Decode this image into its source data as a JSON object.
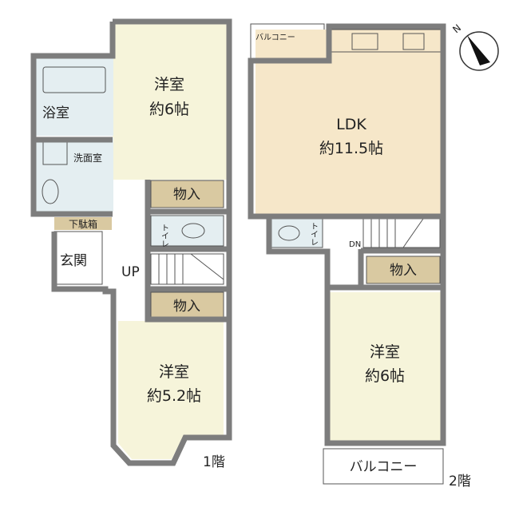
{
  "floor1": {
    "label": "1階",
    "western_room_a": {
      "name": "洋室",
      "size": "約6帖"
    },
    "bathroom": "浴室",
    "washroom": "洗面室",
    "shoe_box": "下駄箱",
    "entrance": "玄関",
    "storage_a": "物入",
    "toilet": "トイレ",
    "stairs": "UP",
    "storage_b": "物入",
    "western_room_b": {
      "name": "洋室",
      "size": "約5.2帖"
    }
  },
  "floor2": {
    "label": "2階",
    "balcony_top": "バルコニー",
    "ldk": {
      "name": "LDK",
      "size": "約11.5帖"
    },
    "toilet": "トイレ",
    "stairs": "DN",
    "storage": "物入",
    "western_room": {
      "name": "洋室",
      "size": "約6帖"
    },
    "balcony_bottom": "バルコニー"
  },
  "compass": {
    "label": "N",
    "icon": "north-arrow-icon"
  },
  "colors": {
    "western": "#f6f4da",
    "ldk": "#f6e7c9",
    "wet": "#e4eef1",
    "storage": "#d9c9a1",
    "wall": "#7d7d7d"
  }
}
